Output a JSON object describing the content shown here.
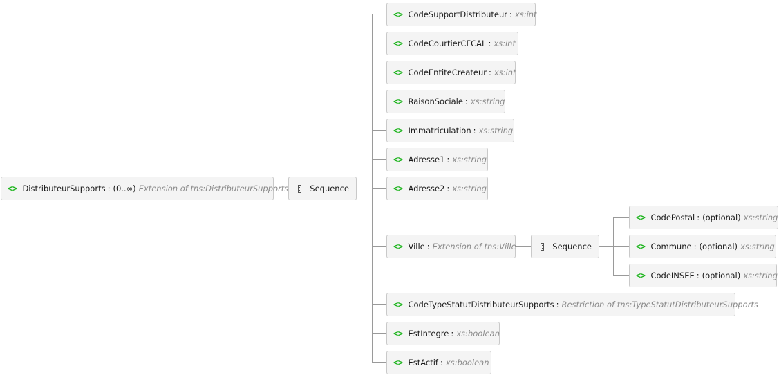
{
  "root": {
    "icon": "element-icon",
    "name": "DistributeurSupports",
    "separator": ":",
    "occurrence": "(0..∞)",
    "type": "Extension of tns:DistributeurSupports"
  },
  "sequence_main": {
    "icon": "sequence-icon",
    "label": "Sequence"
  },
  "elements": [
    {
      "name": "CodeSupportDistributeur",
      "separator": ":",
      "type": "xs:int"
    },
    {
      "name": "CodeCourtierCFCAL",
      "separator": ":",
      "type": "xs:int"
    },
    {
      "name": "CodeEntiteCreateur",
      "separator": ":",
      "type": "xs:int"
    },
    {
      "name": "RaisonSociale",
      "separator": ":",
      "type": "xs:string"
    },
    {
      "name": "Immatriculation",
      "separator": ":",
      "type": "xs:string"
    },
    {
      "name": "Adresse1",
      "separator": ":",
      "type": "xs:string"
    },
    {
      "name": "Adresse2",
      "separator": ":",
      "type": "xs:string"
    },
    {
      "name": "Ville",
      "separator": ":",
      "type": "Extension of tns:Ville"
    },
    {
      "name": "CodeTypeStatutDistributeurSupports",
      "separator": ":",
      "type": "Restriction of tns:TypeStatutDistributeurSupports"
    },
    {
      "name": "EstIntegre",
      "separator": ":",
      "type": "xs:boolean"
    },
    {
      "name": "EstActif",
      "separator": ":",
      "type": "xs:boolean"
    }
  ],
  "sequence_ville": {
    "icon": "sequence-icon",
    "label": "Sequence"
  },
  "ville_elements": [
    {
      "name": "CodePostal",
      "separator": ":",
      "occurrence": "(optional)",
      "type": "xs:string"
    },
    {
      "name": "Commune",
      "separator": ":",
      "occurrence": "(optional)",
      "type": "xs:string"
    },
    {
      "name": "CodeINSEE",
      "separator": ":",
      "occurrence": "(optional)",
      "type": "xs:string"
    }
  ],
  "colors": {
    "element_icon": "#19b319",
    "type_text": "#8a8a8a",
    "node_bg": "#f4f4f4",
    "node_border": "#c9c9c9",
    "connector": "#9a9a9a"
  }
}
